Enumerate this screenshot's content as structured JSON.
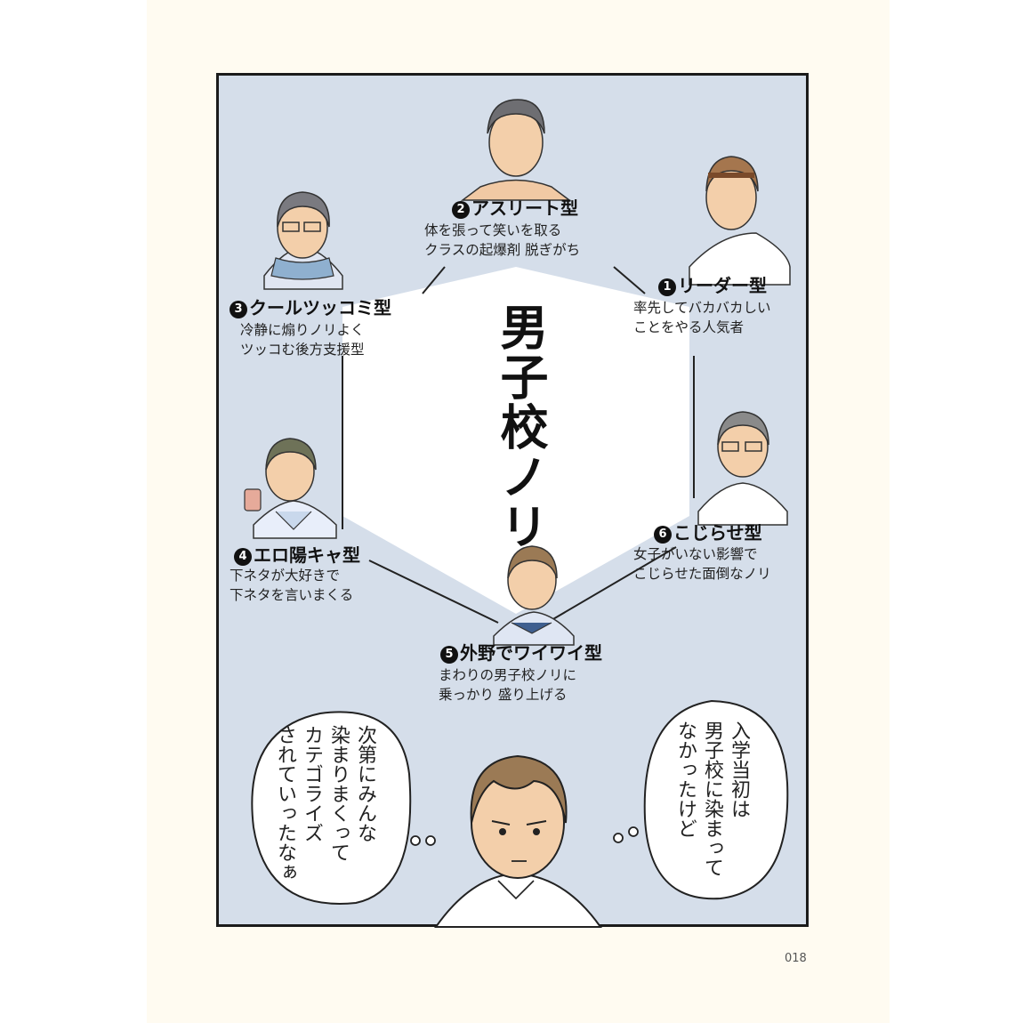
{
  "title": "男子校ノリ",
  "types": [
    {
      "num": "1",
      "name": "リーダー型",
      "desc": [
        "率先してバカバカしい",
        "ことをやる人気者"
      ]
    },
    {
      "num": "2",
      "name": "アスリート型",
      "desc": [
        "体を張って笑いを取る",
        "クラスの起爆剤 脱ぎがち"
      ]
    },
    {
      "num": "3",
      "name": "クールツッコミ型",
      "desc": [
        "冷静に煽りノリよく",
        "ツッコむ後方支援型"
      ]
    },
    {
      "num": "4",
      "name": "エロ陽キャ型",
      "desc": [
        "下ネタが大好きで",
        "下ネタを言いまくる"
      ]
    },
    {
      "num": "5",
      "name": "外野でワイワイ型",
      "desc": [
        "まわりの男子校ノリに",
        "乗っかり 盛り上げる"
      ]
    },
    {
      "num": "6",
      "name": "こじらせ型",
      "desc": [
        "女子がいない影響で",
        "こじらせた面倒なノリ"
      ]
    }
  ],
  "bubbles": {
    "left": [
      "次第にみんな",
      "染まりまくって",
      "カテゴライズ",
      "されていったなぁ"
    ],
    "right": [
      "入学当初は",
      "男子校に染まって",
      "なかったけど"
    ]
  },
  "page_number": "018",
  "colors": {
    "panel": "#d5deea",
    "page": "#fffbf1",
    "ink": "#111111"
  }
}
